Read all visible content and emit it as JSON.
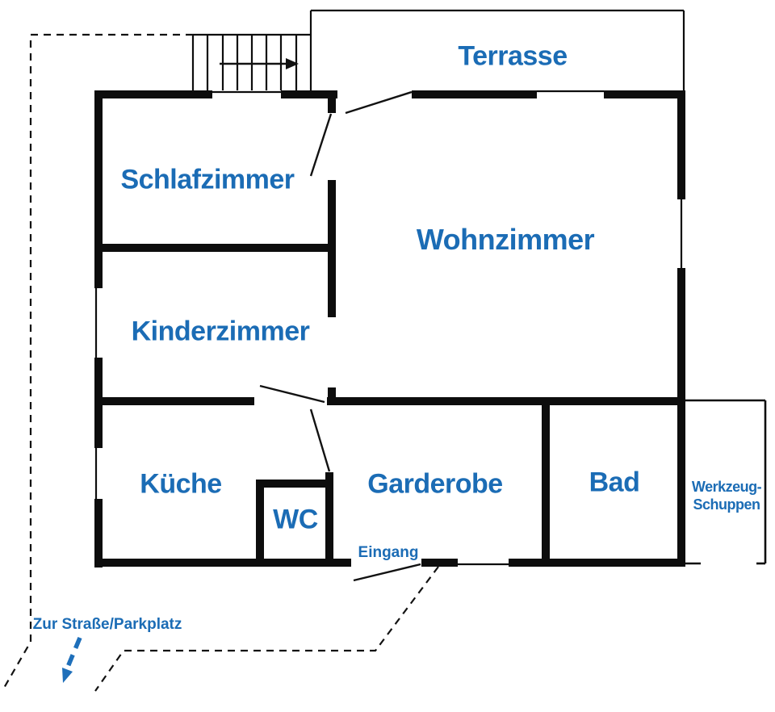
{
  "floorplan": {
    "rooms": {
      "terrasse": {
        "label": "Terrasse"
      },
      "schlafzimmer": {
        "label": "Schlafzimmer"
      },
      "wohnzimmer": {
        "label": "Wohnzimmer"
      },
      "kinderzimmer": {
        "label": "Kinderzimmer"
      },
      "kueche": {
        "label": "Küche"
      },
      "wc": {
        "label": "WC"
      },
      "garderobe": {
        "label": "Garderobe"
      },
      "bad": {
        "label": "Bad"
      },
      "werkzeugschuppen": {
        "label_line1": "Werkzeug-",
        "label_line2": "Schuppen"
      }
    },
    "annotations": {
      "eingang": {
        "label": "Eingang"
      },
      "zur_strasse": {
        "label": "Zur Straße/Parkplatz"
      }
    },
    "colors": {
      "label_blue": "#1b6cb5",
      "arrow_blue": "#1e6fba",
      "wall_black": "#0d0d0d"
    }
  }
}
